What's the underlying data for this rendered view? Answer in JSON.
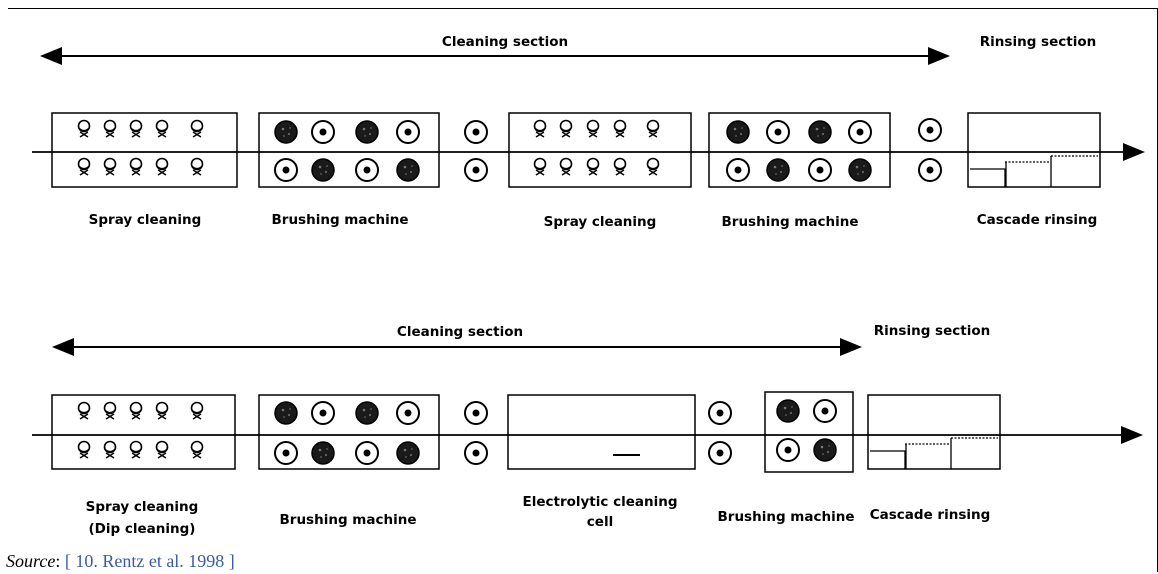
{
  "diagram1": {
    "cleaning_label": "Cleaning section",
    "rinsing_label": "Rinsing section",
    "spray1_label": "Spray cleaning",
    "brush1_label": "Brushing machine",
    "spray2_label": "Spray cleaning",
    "brush2_label": "Brushing machine",
    "cascade_label": "Cascade rinsing"
  },
  "diagram2": {
    "cleaning_label": "Cleaning section",
    "rinsing_label": "Rinsing section",
    "spray_label_line1": "Spray cleaning",
    "spray_label_line2": "(Dip cleaning)",
    "brush1_label": "Brushing machine",
    "electro_label_line1": "Electrolytic cleaning",
    "electro_label_line2": "cell",
    "brush2_label": "Brushing machine",
    "cascade_label": "Cascade rinsing"
  },
  "source": {
    "label": "Source",
    "separator": ": ",
    "citation": "[ 10. Rentz et al. 1998 ]"
  }
}
